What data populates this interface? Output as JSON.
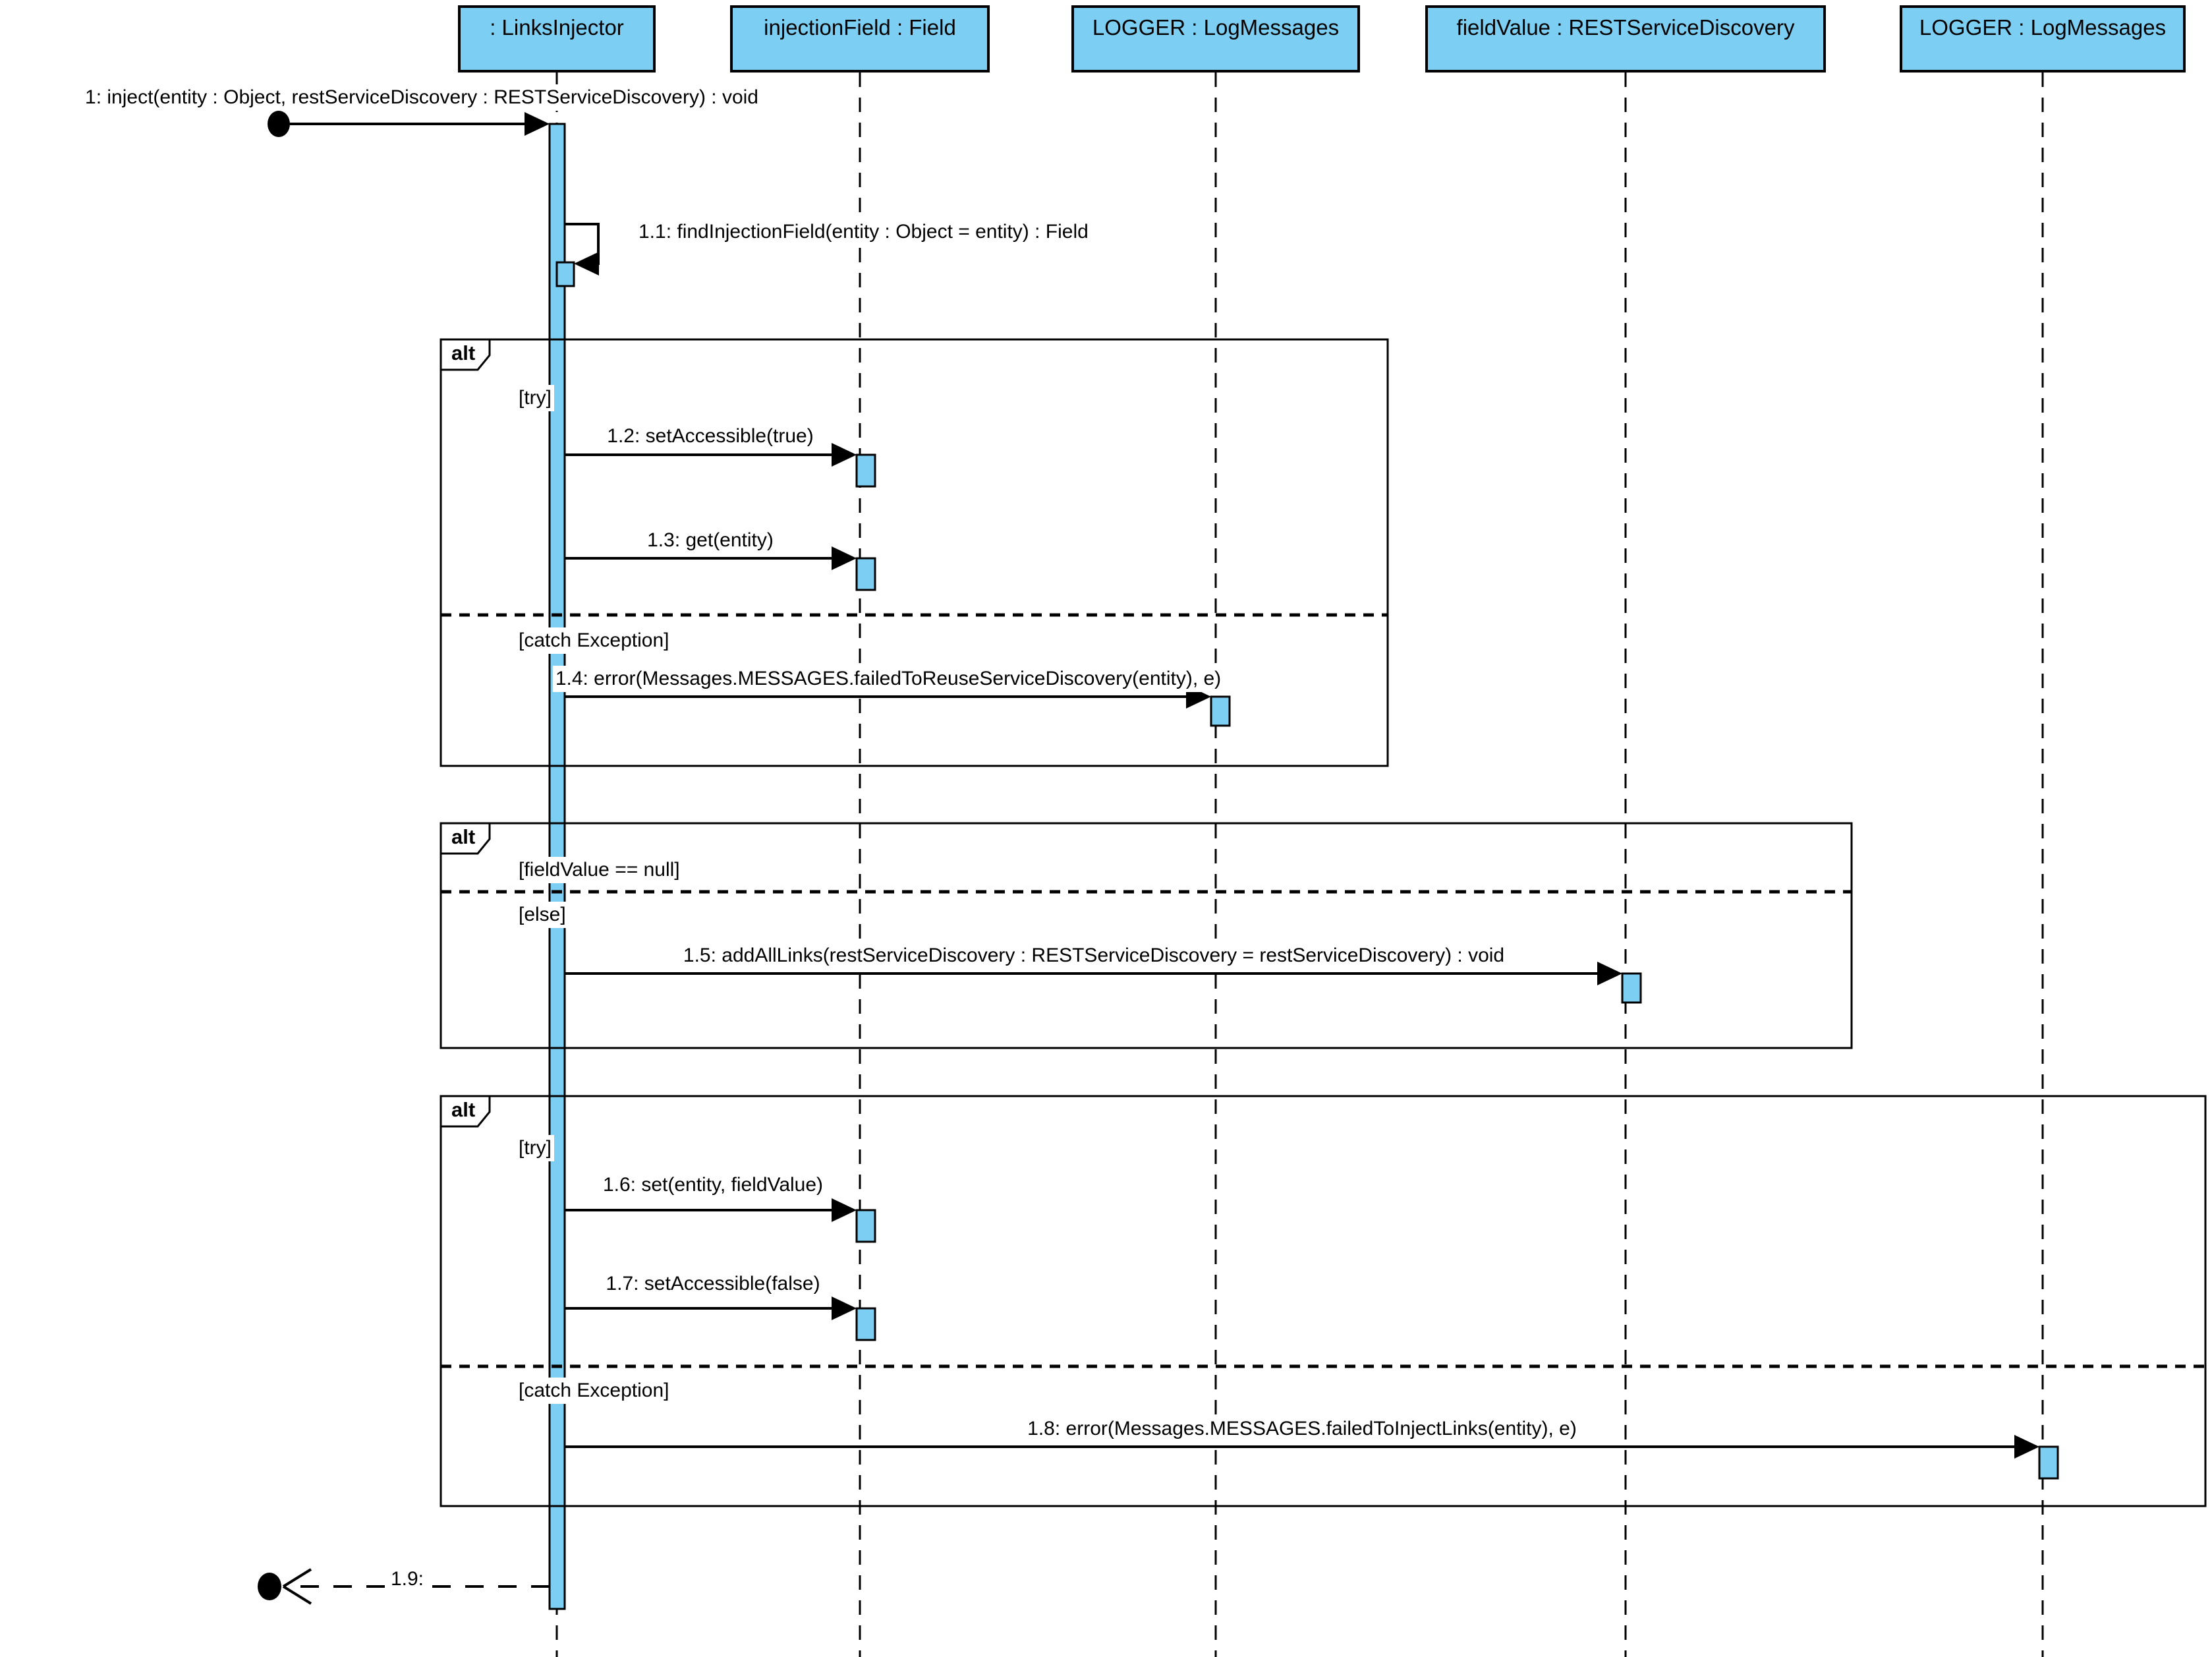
{
  "diagram": {
    "kind": "uml-sequence-diagram",
    "colors": {
      "lifeline_fill": "#7ccef2",
      "stroke": "#000000",
      "background": "#ffffff"
    },
    "icons": {
      "start_node": "filled-circle",
      "end_node": "filled-circle",
      "sync_arrowhead": "filled-triangle",
      "return_arrowhead": "open-v"
    },
    "lifelines": [
      {
        "label": ": LinksInjector"
      },
      {
        "label": "injectionField : Field"
      },
      {
        "label": "LOGGER : LogMessages"
      },
      {
        "label": "fieldValue : RESTServiceDiscovery"
      },
      {
        "label": "LOGGER : LogMessages"
      }
    ],
    "messages": [
      {
        "num": "1",
        "label": "1: inject(entity : Object, restServiceDiscovery : RESTServiceDiscovery) : void"
      },
      {
        "num": "1.1",
        "label": "1.1: findInjectionField(entity : Object = entity) : Field"
      },
      {
        "num": "1.2",
        "label": "1.2: setAccessible(true)"
      },
      {
        "num": "1.3",
        "label": "1.3: get(entity)"
      },
      {
        "num": "1.4",
        "label": "1.4: error(Messages.MESSAGES.failedToReuseServiceDiscovery(entity), e)"
      },
      {
        "num": "1.5",
        "label": "1.5: addAllLinks(restServiceDiscovery : RESTServiceDiscovery = restServiceDiscovery) : void"
      },
      {
        "num": "1.6",
        "label": "1.6: set(entity, fieldValue)"
      },
      {
        "num": "1.7",
        "label": "1.7: setAccessible(false)"
      },
      {
        "num": "1.8",
        "label": "1.8: error(Messages.MESSAGES.failedToInjectLinks(entity), e)"
      },
      {
        "num": "1.9",
        "label": "1.9:"
      }
    ],
    "fragments": [
      {
        "operator": "alt",
        "guards": [
          "[try]",
          "[catch Exception]"
        ]
      },
      {
        "operator": "alt",
        "guards": [
          "[fieldValue == null]",
          "[else]"
        ]
      },
      {
        "operator": "alt",
        "guards": [
          "[try]",
          "[catch Exception]"
        ]
      }
    ]
  }
}
